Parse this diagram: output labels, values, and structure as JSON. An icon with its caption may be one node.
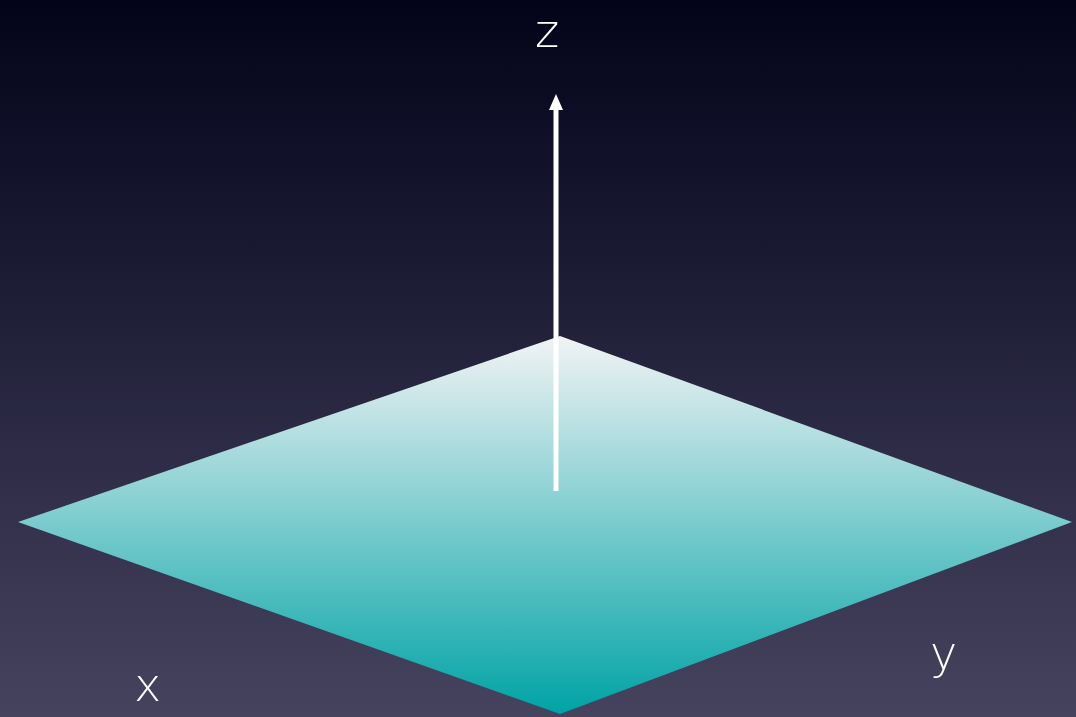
{
  "diagram": {
    "labels": [
      "z",
      "x",
      "y"
    ]
  }
}
